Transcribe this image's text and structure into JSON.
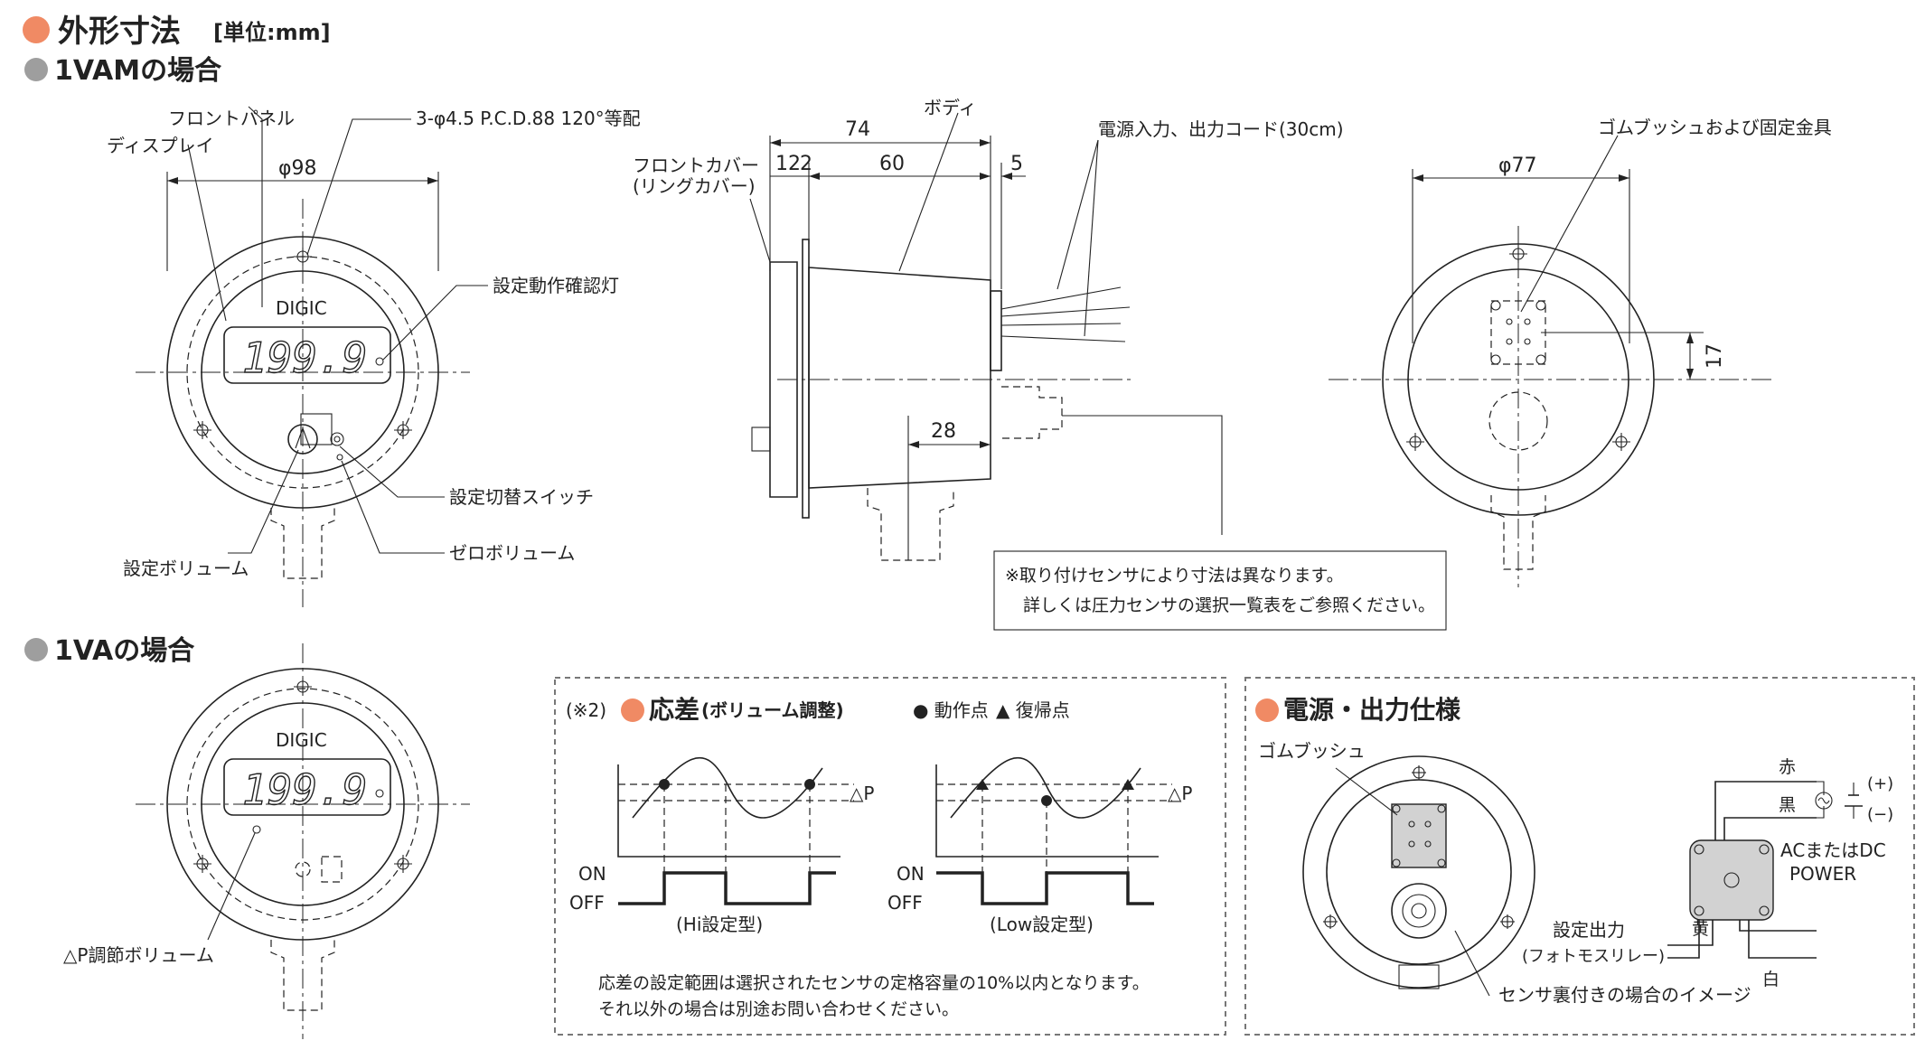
{
  "header": {
    "title": "外形寸法",
    "unit": "[単位:mm]",
    "section_1vam": "1VAMの場合",
    "section_1va": "1VAの場合"
  },
  "colors": {
    "accent": "#f08a64",
    "bullet_gray": "#9e9e9e",
    "line": "#222222",
    "bush_fill": "#d2d2d2"
  },
  "front_1vam": {
    "display_text": "199.9",
    "brand": "DIGIC",
    "label_front_panel": "フロントパネル",
    "label_display": "ディスプレイ",
    "label_holes": "3-φ4.5 P.C.D.88 120°等配",
    "dim_diameter": "φ98",
    "label_lamp": "設定動作確認灯",
    "label_switch": "設定切替スイッチ",
    "label_set_volume": "設定ボリューム",
    "label_zero_volume": "ゼロボリューム"
  },
  "side_view": {
    "label_front_cover": "フロントカバー",
    "label_front_cover_sub": "(リングカバー)",
    "label_body": "ボディ",
    "label_cord": "電源入力、出力コード(30cm)",
    "dim_total": "74",
    "dim_12": "12",
    "dim_2": "2",
    "dim_60": "60",
    "dim_5": "5",
    "dim_28": "28",
    "note_line1": "※取り付けセンサにより寸法は異なります。",
    "note_line2": "詳しくは圧力センサの選択一覧表をご参照ください。"
  },
  "rear_view": {
    "label_bush": "ゴムブッシュおよび固定金具",
    "dim_diameter": "φ77",
    "dim_17": "17"
  },
  "front_1va": {
    "display_text": "199.9",
    "brand": "DIGIC",
    "label_dp_volume": "△P調節ボリューム"
  },
  "hysteresis": {
    "note_mark": "(※2)",
    "title": "応差",
    "title_sub": "(ボリューム調整)",
    "legend_operate": "● 動作点",
    "legend_return": "▲ 復帰点",
    "label_dp": "△P",
    "label_on": "ON",
    "label_off": "OFF",
    "caption_hi": "(Hi設定型)",
    "caption_low": "(Low設定型)",
    "note_line1": "応差の設定範囲は選択されたセンサの定格容量の10%以内となります。",
    "note_line2": "それ以外の場合は別途お問い合わせください。"
  },
  "power": {
    "title": "電源・出力仕様",
    "label_bush": "ゴムブッシュ",
    "wire_red": "赤",
    "wire_black": "黒",
    "wire_yellow": "黄",
    "wire_white": "白",
    "plus": "(+)",
    "minus": "(−)",
    "ac_dc": "ACまたはDC",
    "power_label": "POWER",
    "output_label": "設定出力",
    "output_sub": "(フォトモスリレー)",
    "caption_rear": "センサ裏付きの場合のイメージ"
  }
}
